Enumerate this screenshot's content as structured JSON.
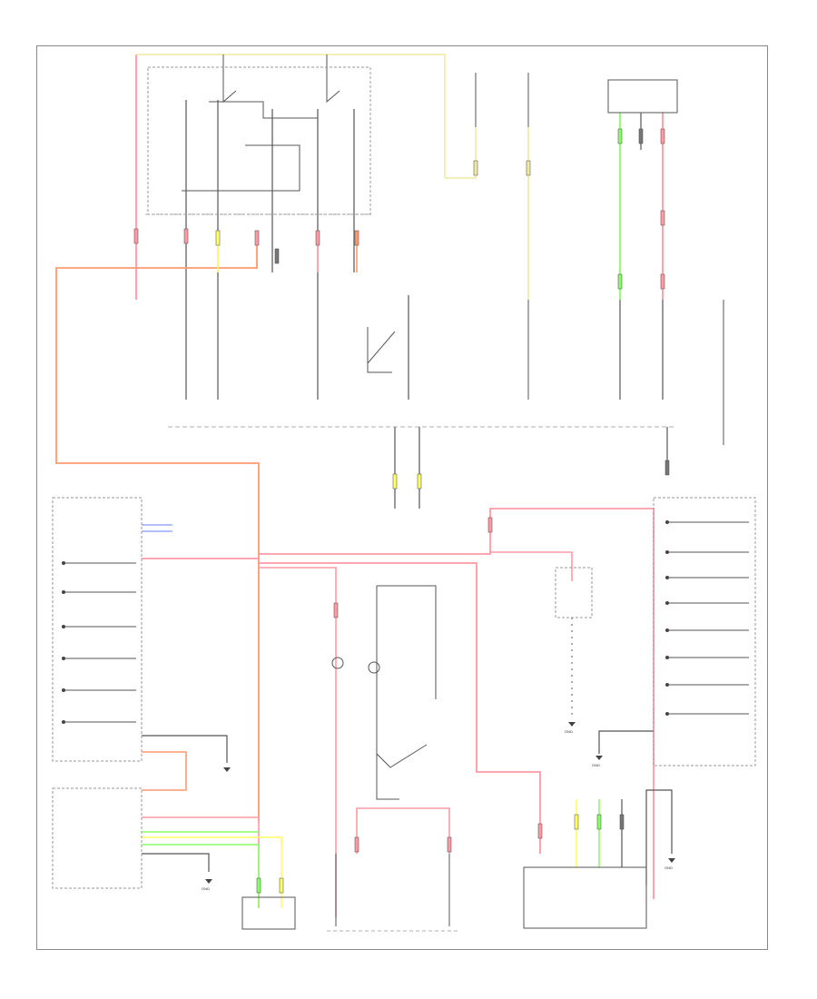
{
  "diagram": {
    "colors": {
      "line": "#555555",
      "light_line": "#999999",
      "pink": "#ff9aa5",
      "orange": "#ff9a70",
      "yellow": "#ffff66",
      "pale_yellow": "#f0eaa0",
      "green": "#88ff66",
      "grey_box": "#777777"
    },
    "labels": [
      {
        "id": "ground-left",
        "text": "GND"
      },
      {
        "id": "ground-mid",
        "text": "GND"
      },
      {
        "id": "ground-right",
        "text": "GND"
      },
      {
        "id": "ground-bottom",
        "text": "GND"
      }
    ],
    "footer": {
      "corner_code": ""
    }
  }
}
